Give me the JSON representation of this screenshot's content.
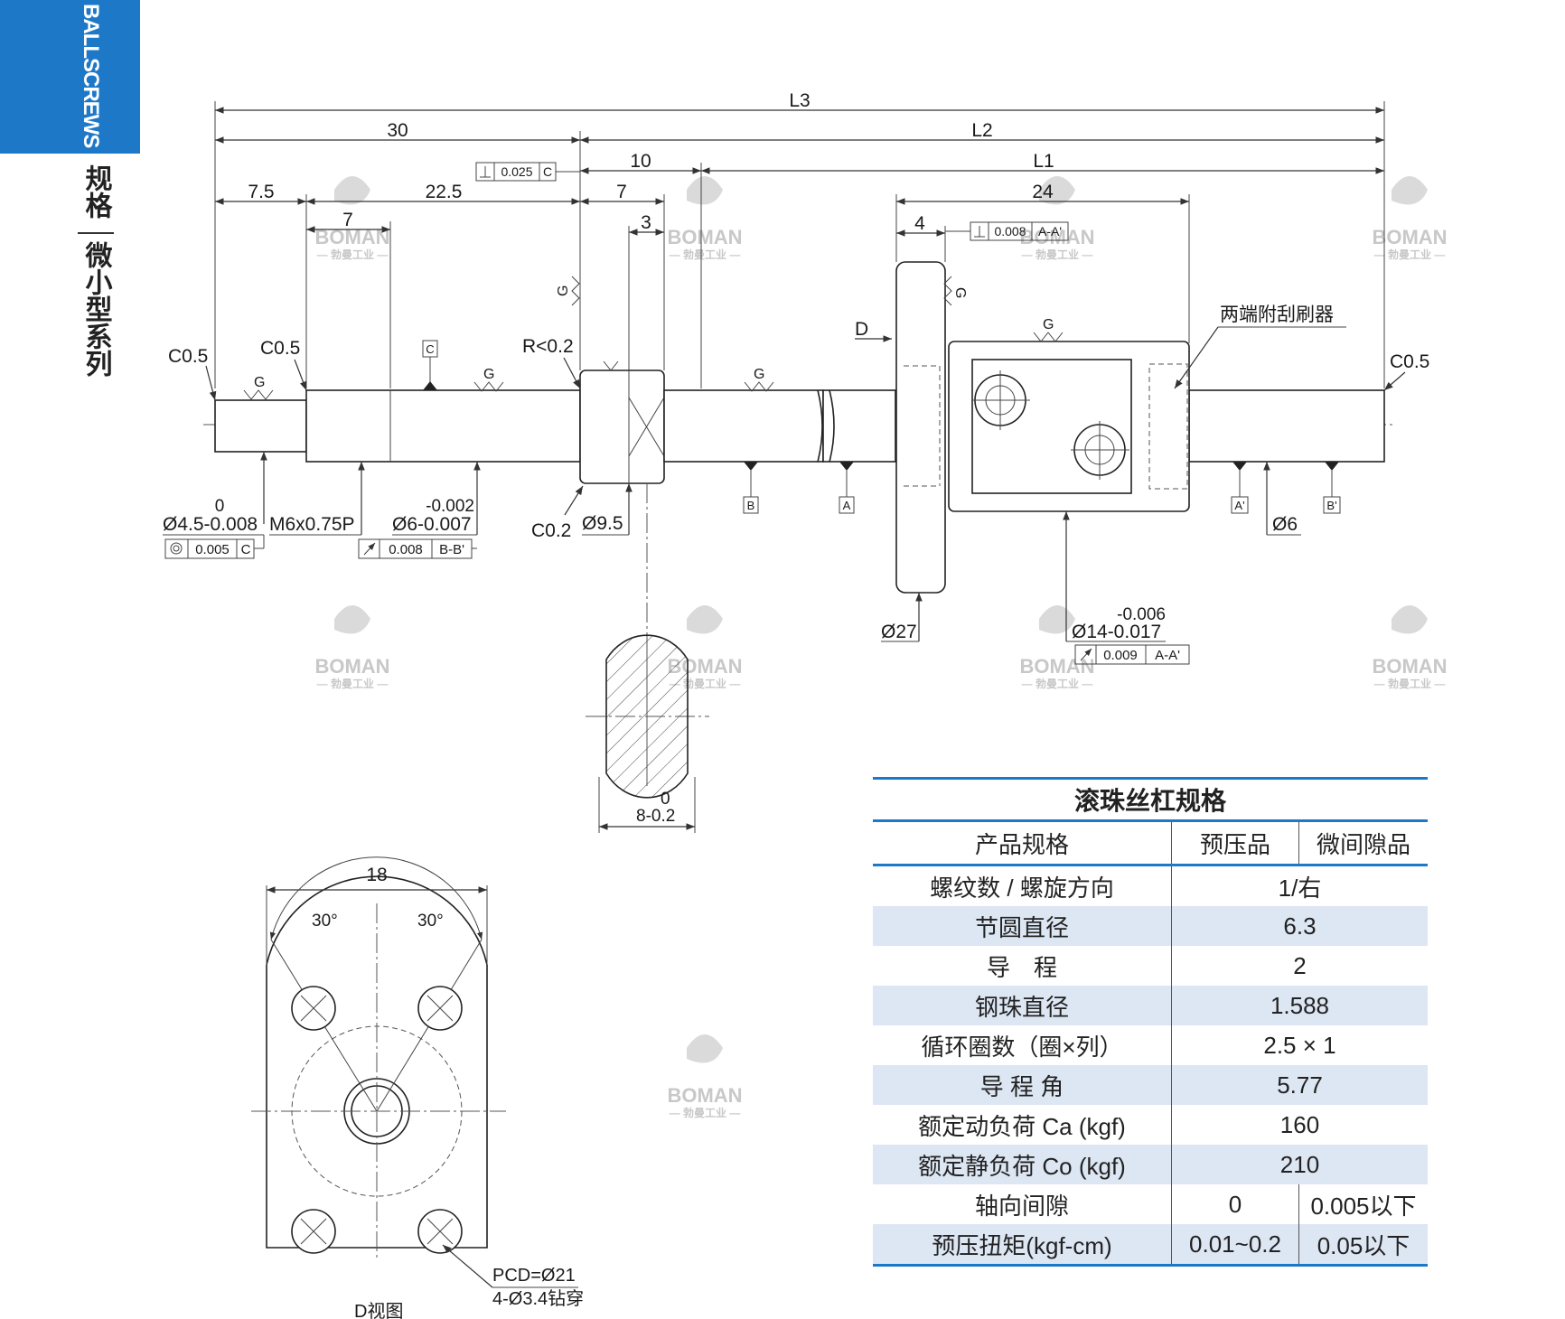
{
  "side": {
    "tab_text": "BALLSCREWS",
    "title_1": "规格",
    "title_2": "微小型系列"
  },
  "colors": {
    "accent": "#1e78c8",
    "row_shade": "#dde6f3",
    "watermark": "#c8c8c8"
  },
  "watermark": {
    "brand": "BOMAN",
    "sub": "— 勃曼工业 —"
  },
  "dims": {
    "L3": "L3",
    "L2": "L2",
    "L1": "L1",
    "d30": "30",
    "d10": "10",
    "d7_5": "7.5",
    "d22_5": "22.5",
    "d7a": "7",
    "d7b": "7",
    "d3": "3",
    "d24": "24",
    "d4": "4",
    "c05_a": "C0.5",
    "c05_b": "C0.5",
    "c05_c": "C0.5",
    "r02": "R<0.2",
    "c_datum": "C",
    "g1": "G",
    "g2": "G",
    "g3": "G",
    "g4": "G",
    "g5": "G",
    "g6": "G",
    "d_label": "D",
    "tol_perp1_val": "0.025",
    "tol_perp1_ref": "C",
    "tol_perp2_val": "0.008",
    "tol_perp2_ref": "A-A'",
    "d45_up": "0",
    "d45": "Ø4.5-0.008",
    "m6": "M6x0.75P",
    "d6_up": "-0.002",
    "d6": "Ø6-0.007",
    "conc_val": "0.005",
    "conc_ref": "C",
    "run1_val": "0.008",
    "run1_ref": "B-B'",
    "c02": "C0.2",
    "d95": "Ø9.5",
    "datum_b": "B",
    "datum_a": "A",
    "datum_a2": "A'",
    "datum_b2": "B'",
    "d6b": "Ø6",
    "d27": "Ø27",
    "d14_up": "-0.006",
    "d14": "Ø14-0.017",
    "run2_val": "0.009",
    "run2_ref": "A-A'",
    "wiper": "两端附刮刷器",
    "sec_up": "0",
    "sec": "8-0.2",
    "flange_w": "18",
    "ang1": "30°",
    "ang2": "30°",
    "pcd": "PCD=Ø21",
    "holes": "4-Ø3.4钻穿",
    "dview": "D视图"
  },
  "table": {
    "title": "滚珠丝杠规格",
    "header": [
      "产品规格",
      "预压品",
      "微间隙品"
    ],
    "rows": [
      {
        "label": "螺纹数 / 螺旋方向",
        "value": "1/右"
      },
      {
        "label": "节圆直径",
        "value": "6.3"
      },
      {
        "label": "导　程",
        "value": "2"
      },
      {
        "label": "钢珠直径",
        "value": "1.588"
      },
      {
        "label": "循环圈数（圈×列）",
        "value": "2.5 × 1"
      },
      {
        "label": "导 程 角",
        "value": "5.77"
      },
      {
        "label": "额定动负荷 Ca (kgf)",
        "value": "160"
      },
      {
        "label": "额定静负荷 Co (kgf)",
        "value": "210"
      }
    ],
    "split_rows": [
      {
        "label": "轴向间隙",
        "v1": "0",
        "v2": "0.005以下"
      },
      {
        "label": "预压扭矩(kgf-cm)",
        "v1": "0.01~0.2",
        "v2": "0.05以下"
      }
    ]
  }
}
